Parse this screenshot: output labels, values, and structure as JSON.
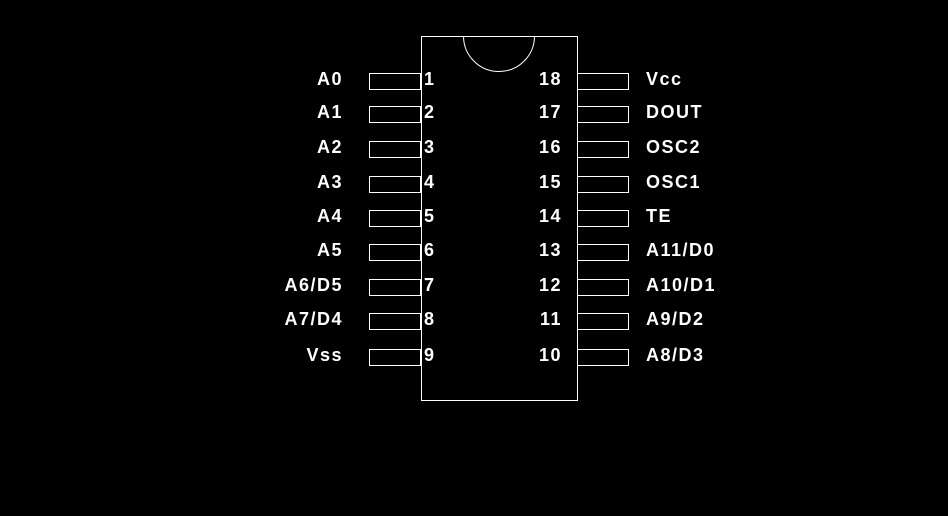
{
  "colors": {
    "background": "#000000",
    "line": "#ffffff",
    "text": "#ffffff"
  },
  "chip": {
    "left_pins": [
      {
        "number": "1",
        "label": "A0"
      },
      {
        "number": "2",
        "label": "A1"
      },
      {
        "number": "3",
        "label": "A2"
      },
      {
        "number": "4",
        "label": "A3"
      },
      {
        "number": "5",
        "label": "A4"
      },
      {
        "number": "6",
        "label": "A5"
      },
      {
        "number": "7",
        "label": "A6/D5"
      },
      {
        "number": "8",
        "label": "A7/D4"
      },
      {
        "number": "9",
        "label": "Vss"
      }
    ],
    "right_pins": [
      {
        "number": "18",
        "label": "Vcc"
      },
      {
        "number": "17",
        "label": "DOUT"
      },
      {
        "number": "16",
        "label": "OSC2"
      },
      {
        "number": "15",
        "label": "OSC1"
      },
      {
        "number": "14",
        "label": "TE"
      },
      {
        "number": "13",
        "label": "A11/D0"
      },
      {
        "number": "12",
        "label": "A10/D1"
      },
      {
        "number": "11",
        "label": "A9/D2"
      },
      {
        "number": "10",
        "label": "A8/D3"
      }
    ]
  }
}
